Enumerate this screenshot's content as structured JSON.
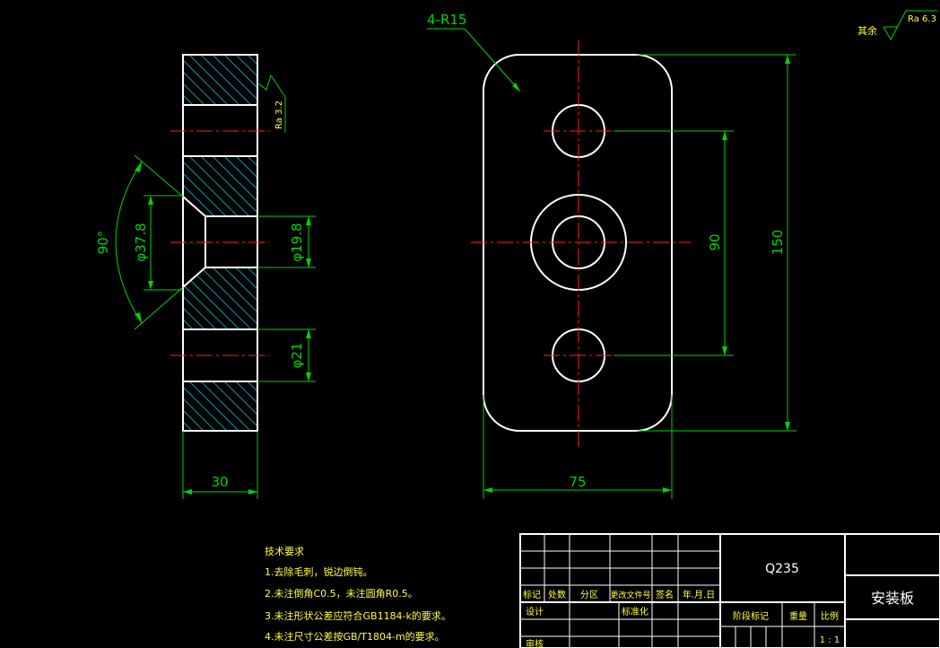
{
  "dimensions": {
    "radius_note": "4-R15",
    "angle": "90°",
    "dia_countersink": "φ37.8",
    "dia_bore": "φ19.8",
    "dia_hole": "φ21",
    "thickness": "30",
    "width": "75",
    "hole_spacing": "90",
    "height": "150"
  },
  "roughness": {
    "general_prefix": "其余",
    "general_value": "Ra 6.3",
    "face_value": "Ra 3.2"
  },
  "tech_requirements": {
    "title": "技术要求",
    "items": [
      "1.去除毛刺，锐边倒钝。",
      "2.未注倒角C0.5，未注圆角R0.5。",
      "3.未注形状公差应符合GB1184-k的要求。",
      "4.未注尺寸公差按GB/T1804-m的要求。"
    ]
  },
  "title_block": {
    "material": "Q235",
    "part_name": "安装板",
    "headers": [
      "标记",
      "处数",
      "分区",
      "更改文件号",
      "签名",
      "年.月.日"
    ],
    "row_design": "设计",
    "row_standard": "标准化",
    "row_review": "审核",
    "stage_mark": "阶段标记",
    "weight": "重量",
    "scale": "比例",
    "scale_value": "1 : 1"
  },
  "colors": {
    "background": "#000000",
    "outline": "#ffffff",
    "dimension": "#00d400",
    "centerline": "#ff2020",
    "hatch": "#00b8c8",
    "annotation_text": "#ffff40"
  }
}
